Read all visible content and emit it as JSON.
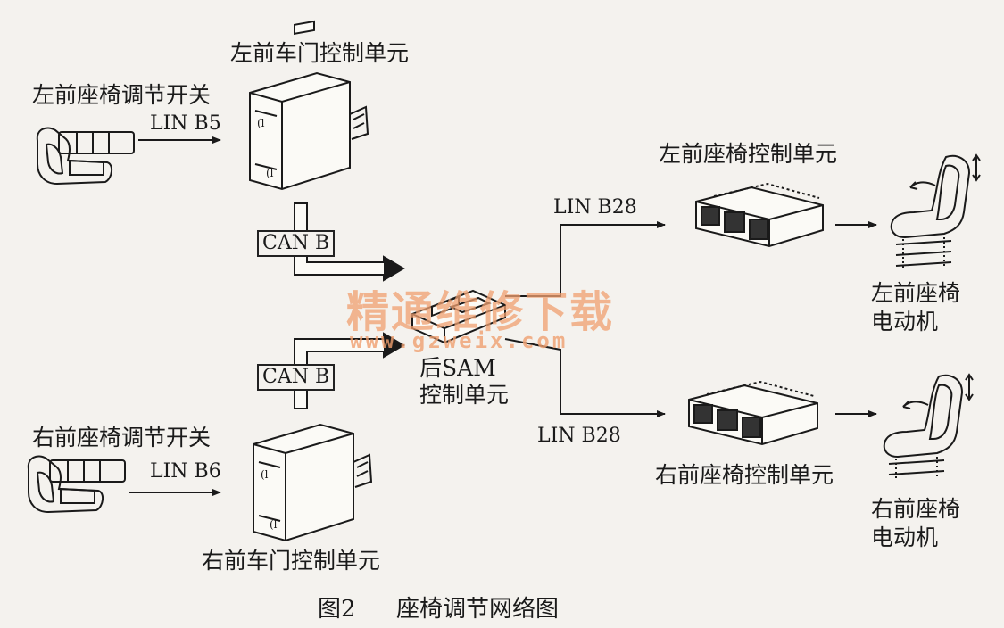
{
  "labels": {
    "left_door_ecu": "左前车门控制单元",
    "right_door_ecu": "右前车门控制单元",
    "left_seat_switch": "左前座椅调节开关",
    "right_seat_switch": "右前座椅调节开关",
    "rear_sam_line1": "后SAM",
    "rear_sam_line2": "控制单元",
    "left_seat_ecu": "左前座椅控制单元",
    "right_seat_ecu": "右前座椅控制单元",
    "left_motor_line1": "左前座椅",
    "left_motor_line2": "电动机",
    "right_motor_line1": "右前座椅",
    "right_motor_line2": "电动机"
  },
  "buses": {
    "lin_b5": "LIN B5",
    "lin_b6": "LIN B6",
    "can_b_top": "CAN B",
    "can_b_bottom": "CAN B",
    "lin_b28_top": "LIN B28",
    "lin_b28_bottom": "LIN B28"
  },
  "watermark": {
    "chinese": "精通维修下载",
    "url": "www.gzweix.com"
  },
  "caption": {
    "figure_no": "图2",
    "title": "座椅调节网络图"
  }
}
